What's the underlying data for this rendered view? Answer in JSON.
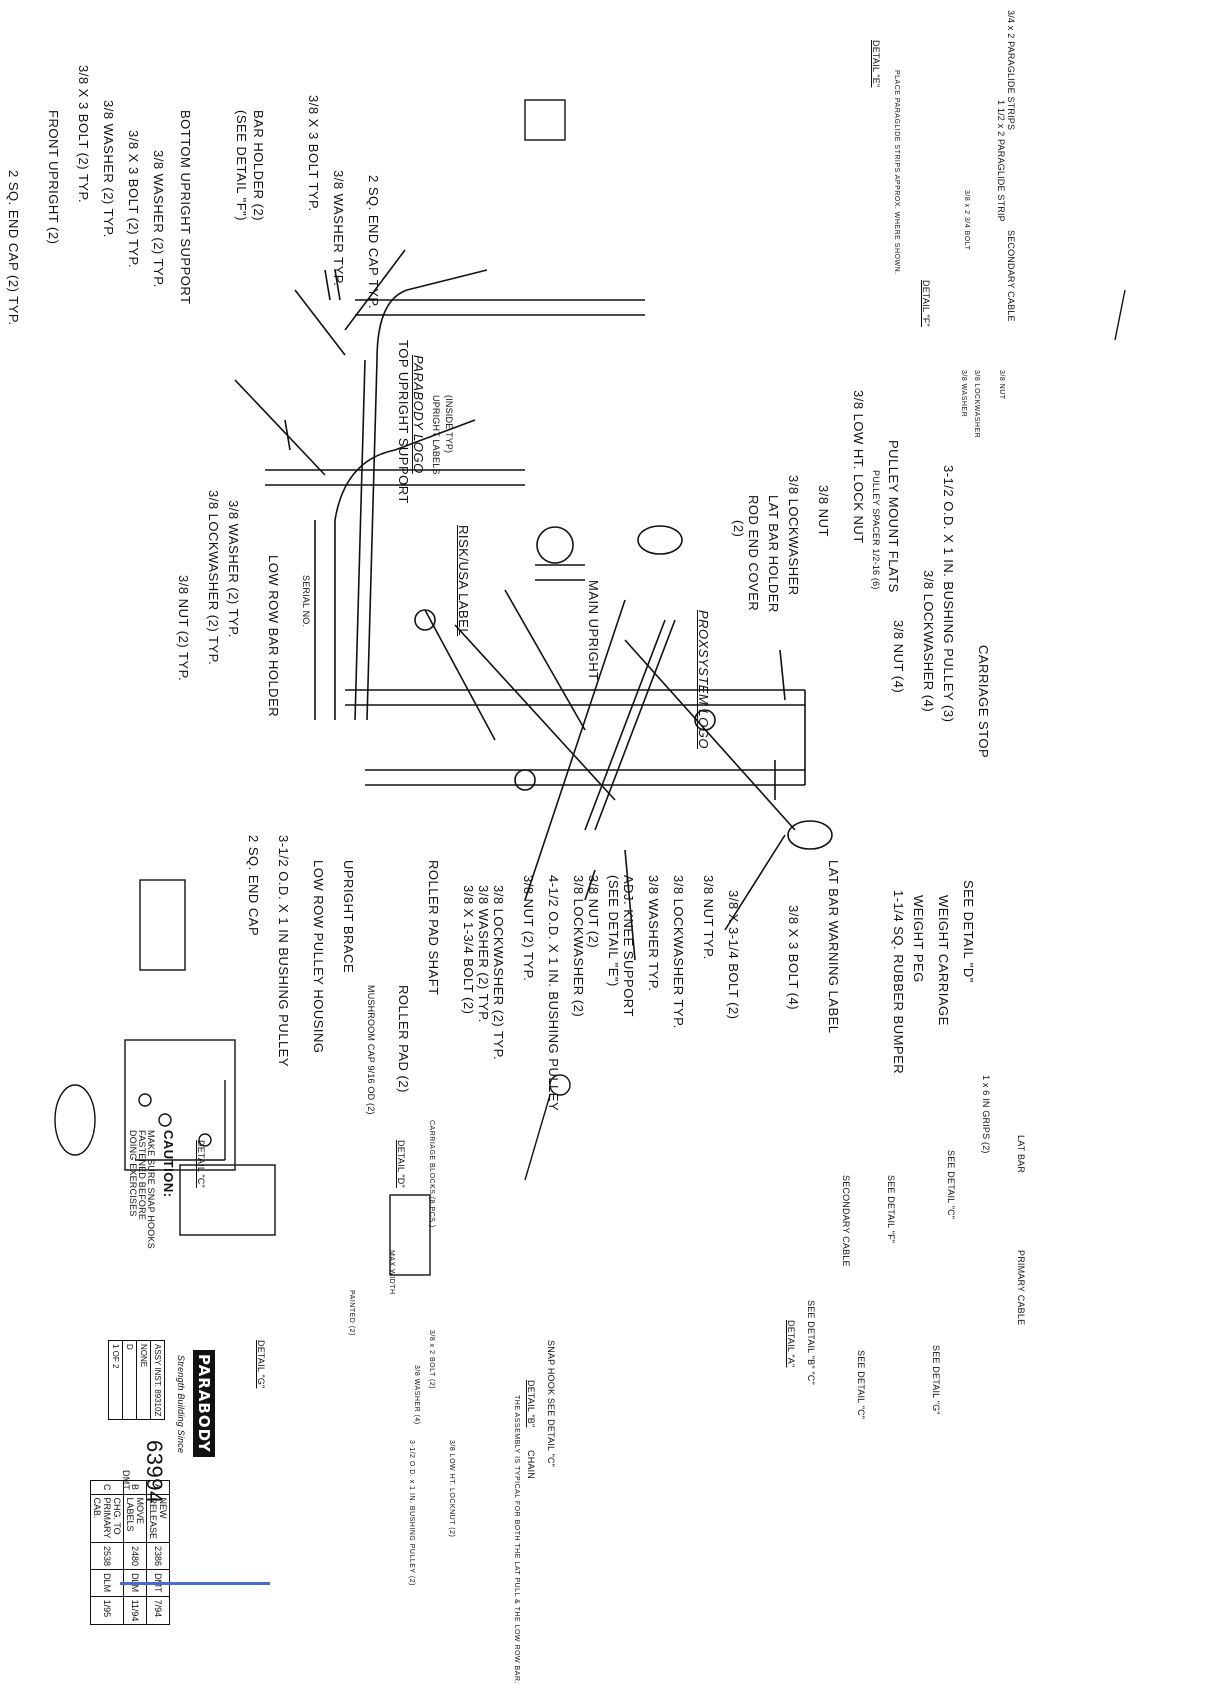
{
  "labels": {
    "top_upright_support": "TOP UPRIGHT SUPPORT",
    "sq_end_cap_typ": "2 SQ. END CAP TYP.",
    "washer_typ": "3/8 WASHER TYP.",
    "bolt_typ": "3/8 X 3 BOLT TYP.",
    "bar_holder": "BAR HOLDER (2)",
    "see_detail_f": "(SEE DETAIL \"F\")",
    "bottom_upright_support": "BOTTOM UPRIGHT SUPPORT",
    "washer_2_typ": "3/8 WASHER (2) TYP.",
    "bolt_2_typ": "3/8 X 3 BOLT (2) TYP.",
    "washer_2_typ_b": "3/8 WASHER (2) TYP.",
    "bolt_2_typ_b": "3/8 X 3 BOLT (2) TYP.",
    "front_upright": "FRONT UPRIGHT (2)",
    "sq_end_cap_2_typ": "2 SQ. END CAP (2) TYP.",
    "parabody_logo": "PARABODY LOGO",
    "upright_labels": "UPRIGHT LABELS",
    "inside_typ": "(INSIDE TYP)",
    "washer_2_typ_c": "3/8 WASHER (2) TYP.",
    "lockwasher_2_typ": "3/8 LOCKWASHER (2) TYP.",
    "nut_2_typ": "3/8 NUT (2) TYP.",
    "low_row_bar_holder": "LOW ROW BAR HOLDER",
    "serial_no": "SERIAL NO.",
    "risk_usa_label": "RISK/USA LABEL",
    "low_ht_lock_nut": "3/8 LOW HT. LOCK NUT",
    "nut": "3/8 NUT",
    "lockwasher": "3/8 LOCKWASHER",
    "lat_bar_holder": "LAT BAR HOLDER",
    "rod_end_cover": "ROD END COVER",
    "rod_end_cover_qty": "(2)",
    "proxsystem_logo": "PROXSYSTEM LOGO",
    "main_upright": "MAIN UPRIGHT",
    "pulley_mount_flats": "PULLEY MOUNT FLATS",
    "pulley_spacer": "PULLEY SPACER 1/2-16 (6)",
    "bushing_pulley_3": "3-1/2 O.D. X 1 IN. BUSHING PULLEY (3)",
    "lockwasher_4": "3/8 LOCKWASHER (4)",
    "nut_4": "3/8 NUT (4)",
    "carriage_stop": "CARRIAGE STOP",
    "see_detail_d": "SEE DETAIL \"D\"",
    "weight_carriage": "WEIGHT CARRIAGE",
    "weight_peg": "WEIGHT PEG",
    "rubber_bumper": "1-1/4 SQ. RUBBER BUMPER",
    "lat_bar_warning": "LAT BAR WARNING LABEL",
    "bolt_3_4": "3/8 X 3 BOLT (4)",
    "bolt_3_14": "3/8 X 3-1/4 BOLT (2)",
    "nut_typ": "3/8 NUT TYP.",
    "lockwasher_typ": "3/8 LOCKWASHER TYP.",
    "washer_typ_b": "3/8 WASHER TYP.",
    "adj_knee_support": "ADJ. KNEE SUPPORT",
    "see_detail_e": "(SEE DETAIL \"E\")",
    "nut_2": "3/8 NUT (2)",
    "lockwasher_2": "3/8 LOCKWASHER (2)",
    "bushing_pulley_45": "4-1/2 O.D. X 1 IN. BUSHING PULLEY",
    "nut_2_typ_b": "3/8 NUT (2) TYP.",
    "lockwasher_2_typ_b": "3/8 LOCKWASHER (2) TYP.",
    "washer_2_typ_d": "3/8 WASHER (2) TYP.",
    "bolt_134": "3/8 X 1-3/4 BOLT (2)",
    "roller_pad_shaft": "ROLLER PAD SHAFT",
    "roller_pad": "ROLLER PAD (2)",
    "mushroom_cap": "MUSHROOM CAP 9/16 OD (2)",
    "upright_brace": "UPRIGHT BRACE",
    "low_row_pulley_housing": "LOW ROW PULLEY HOUSING",
    "bushing_pulley_35": "3-1/2 O.D. X 1 IN BUSHING PULLEY",
    "sq_end_cap": "2 SQ. END CAP"
  },
  "detail_e": {
    "paraglide_strips": "3/4 x 2 PARAGLIDE STRIPS",
    "paraglide_strip": "1 1/2 x 2 PARAGLIDE STRIP",
    "place_note": "PLACE PARAGLIDE STRIPS APPROX. WHERE SHOWN.",
    "title": "DETAIL \"E\""
  },
  "detail_f": {
    "secondary_cable": "SECONDARY CABLE",
    "bolt": "3/8 x 2 3/4 BOLT",
    "nut": "3/8 NUT",
    "lockwasher": "3/8 LOCKWASHER",
    "washer": "3/8 WASHER",
    "title": "DETAIL \"F\""
  },
  "detail_a": {
    "lat_bar": "LAT BAR",
    "grips": "1 x 6 IN GRIPS (2)",
    "see_detail_c": "SEE DETAIL \"C\"",
    "see_detail_f": "SEE DETAIL \"F\"",
    "secondary_cable": "SECONDARY CABLE",
    "see_detail_bc": "SEE DETAIL \"B\" \"C\"",
    "primary_cable": "PRIMARY CABLE",
    "see_detail_g": "SEE DETAIL \"G\"",
    "see_detail_c2": "SEE DETAIL \"C\"",
    "title": "DETAIL \"A\""
  },
  "detail_d": {
    "carriage_blocks": "CARRIAGE BLOCKS (8 PCS.)",
    "title": "DETAIL \"D\""
  },
  "detail_c": {
    "title": "DETAIL \"C\"",
    "caution_title": "CAUTION:",
    "caution_text": "MAKE SURE SNAP HOOKS FASTENED BEFORE DOING EXERCISES"
  },
  "detail_g": {
    "max_width": "MAX WIDTH",
    "bolt": "3/8 x 2 BOLT (2)",
    "washer": "3/8 WASHER (4)",
    "painted": "PAINTED (2)",
    "lock_nut": "3/8 LOW HT. LOCKNUT (2)",
    "bushing_pulley": "3-1/2 O.D. x 1 IN. BUSHING PULLEY (2)",
    "title": "DETAIL \"G\""
  },
  "detail_b": {
    "snap_hook": "SNAP HOOK SEE DETAIL \"C\"",
    "title": "DETAIL \"B\"",
    "note": "THE ASSEMBLY IS TYPICAL FOR BOTH THE LAT PULL & THE LOW ROW BAR.",
    "chain": "CHAIN"
  },
  "title_block": {
    "brand": "PARABODY",
    "tagline": "Strength Building Since",
    "title": "ASSY INST. 89310Z",
    "scale": "NONE",
    "size": "D",
    "drawing_no": "63994",
    "sheet": "1 OF 2",
    "date": "DMT"
  },
  "revisions": [
    {
      "rev": "A",
      "desc": "NEW RELEASE",
      "ecn": "2386",
      "by": "DMT",
      "date": "7/94"
    },
    {
      "rev": "B",
      "desc": "MOVE LABELS",
      "ecn": "2480",
      "by": "DLM",
      "date": "11/94"
    },
    {
      "rev": "C",
      "desc": "CHG. TO PRIMARY CAB.",
      "ecn": "2538",
      "by": "DLM",
      "date": "1/95"
    }
  ]
}
